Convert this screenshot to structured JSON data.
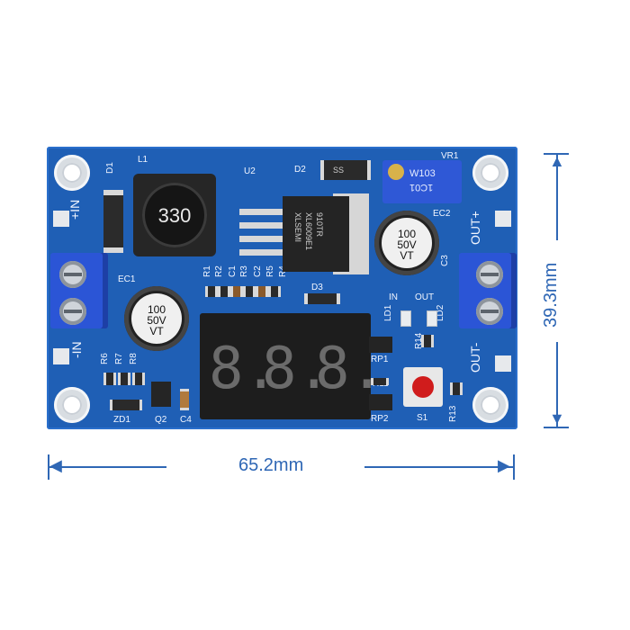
{
  "silkscreen": {
    "plus_in": "+IN",
    "minus_in": "-IN",
    "out_plus": "OUT+",
    "out_minus": "OUT-",
    "d1": "D1",
    "l1": "L1",
    "u2": "U2",
    "d2": "D2",
    "vr1": "VR1",
    "ec1": "EC1",
    "ec2": "EC2",
    "d3": "D3",
    "r1": "R1",
    "r2": "R2",
    "c1": "C1",
    "r3": "R3",
    "c2": "C2",
    "r5": "R5",
    "r4": "R4",
    "in_led": "IN",
    "out_led": "OUT",
    "ld1": "LD1",
    "ld2": "LD2",
    "c3": "C3",
    "r14": "R14",
    "rp1": "RP1",
    "r11": "R11",
    "rp2": "RP2",
    "s1": "S1",
    "r13": "R13",
    "r6": "R6",
    "r7": "R7",
    "r8": "R8",
    "zd1": "ZD1",
    "q2": "Q2",
    "c4": "C4"
  },
  "components": {
    "inductor_value": "330",
    "cap_left_line1": "100",
    "cap_left_line2": "50V",
    "cap_left_line3": "VT",
    "cap_right_line1": "100",
    "cap_right_line2": "50V",
    "cap_right_line3": "VT",
    "ic_line1": "XL6009E1",
    "ic_line2": "910TR",
    "ic_brand": "XLSEMI",
    "trimpot_text1": "W103",
    "trimpot_text2": "1C01",
    "diode_label": "SS"
  },
  "display": {
    "digit1": "8.",
    "digit2": "8.",
    "digit3": "8."
  },
  "dimensions": {
    "width": "65.2mm",
    "height": "39.3mm"
  },
  "colors": {
    "board": "#1f5fb5",
    "dimension": "#2f67b5",
    "terminal": "#2b55d6",
    "button": "#d01c1c"
  }
}
